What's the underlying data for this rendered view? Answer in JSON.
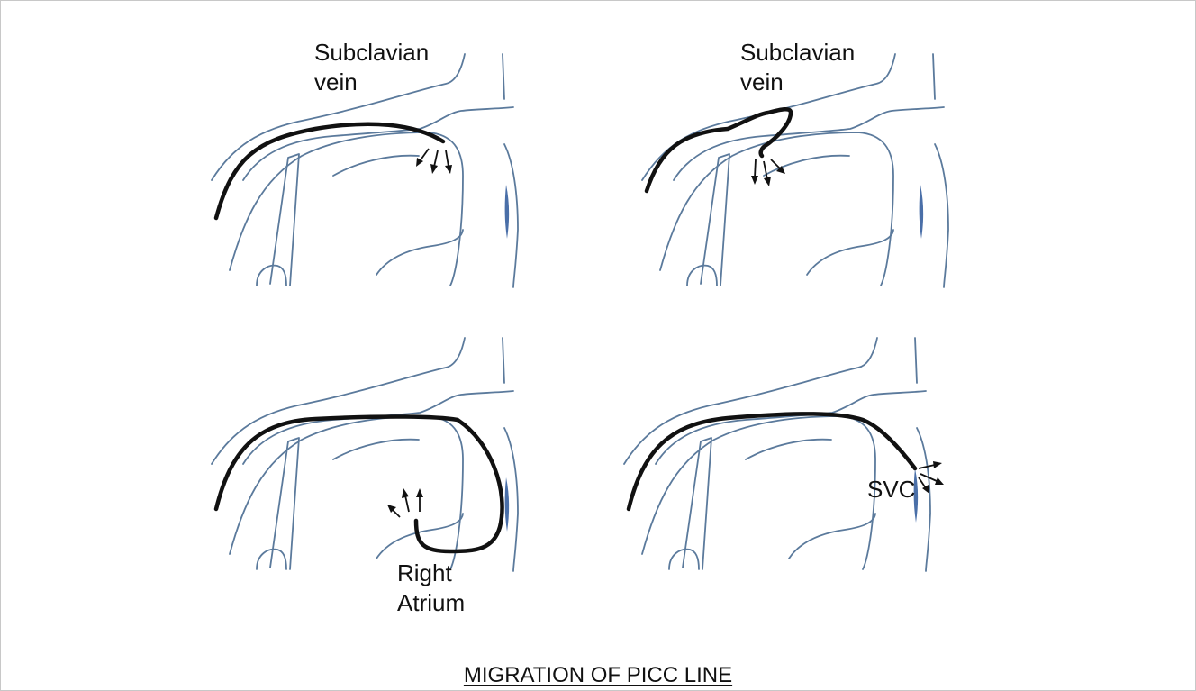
{
  "title": "MIGRATION OF PICC LINE",
  "labels": {
    "subclavian_vein_1": [
      "Subclavian",
      "vein"
    ],
    "subclavian_vein_2": [
      "Subclavian",
      "vein"
    ],
    "right_atrium": [
      "Right",
      "Atrium"
    ],
    "svc": "SVC"
  },
  "panels": [
    {
      "position": "top-left",
      "catheter_tip": "subclavian vein"
    },
    {
      "position": "top-right",
      "catheter_tip": "subclavian vein (looped)"
    },
    {
      "position": "bottom-left",
      "catheter_tip": "right atrium"
    },
    {
      "position": "bottom-right",
      "catheter_tip": "SVC"
    }
  ],
  "colors": {
    "vessel_outline": "#5b7a9c",
    "catheter": "#111111",
    "vessel_fill": "#4a6fa8"
  }
}
